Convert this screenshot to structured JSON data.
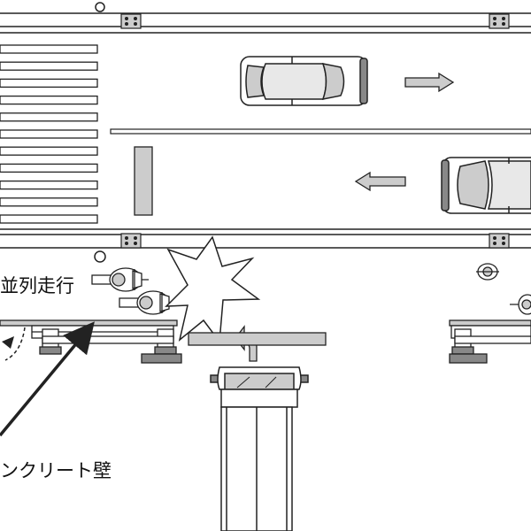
{
  "labels": {
    "parallel_running": "並列走行",
    "concrete_wall": "ンクリート壁"
  },
  "colors": {
    "line": "#222222",
    "fill_gray": "#cccccc",
    "fill_dark": "#888888",
    "background": "#ffffff"
  },
  "elements": {
    "crosswalk_stripes": 11,
    "vehicles": [
      "car-eastbound",
      "car-westbound",
      "truck"
    ],
    "cyclists": 4,
    "arrows": [
      "arrow-right",
      "arrow-left",
      "turn-arrow",
      "pointer-arrow"
    ]
  }
}
